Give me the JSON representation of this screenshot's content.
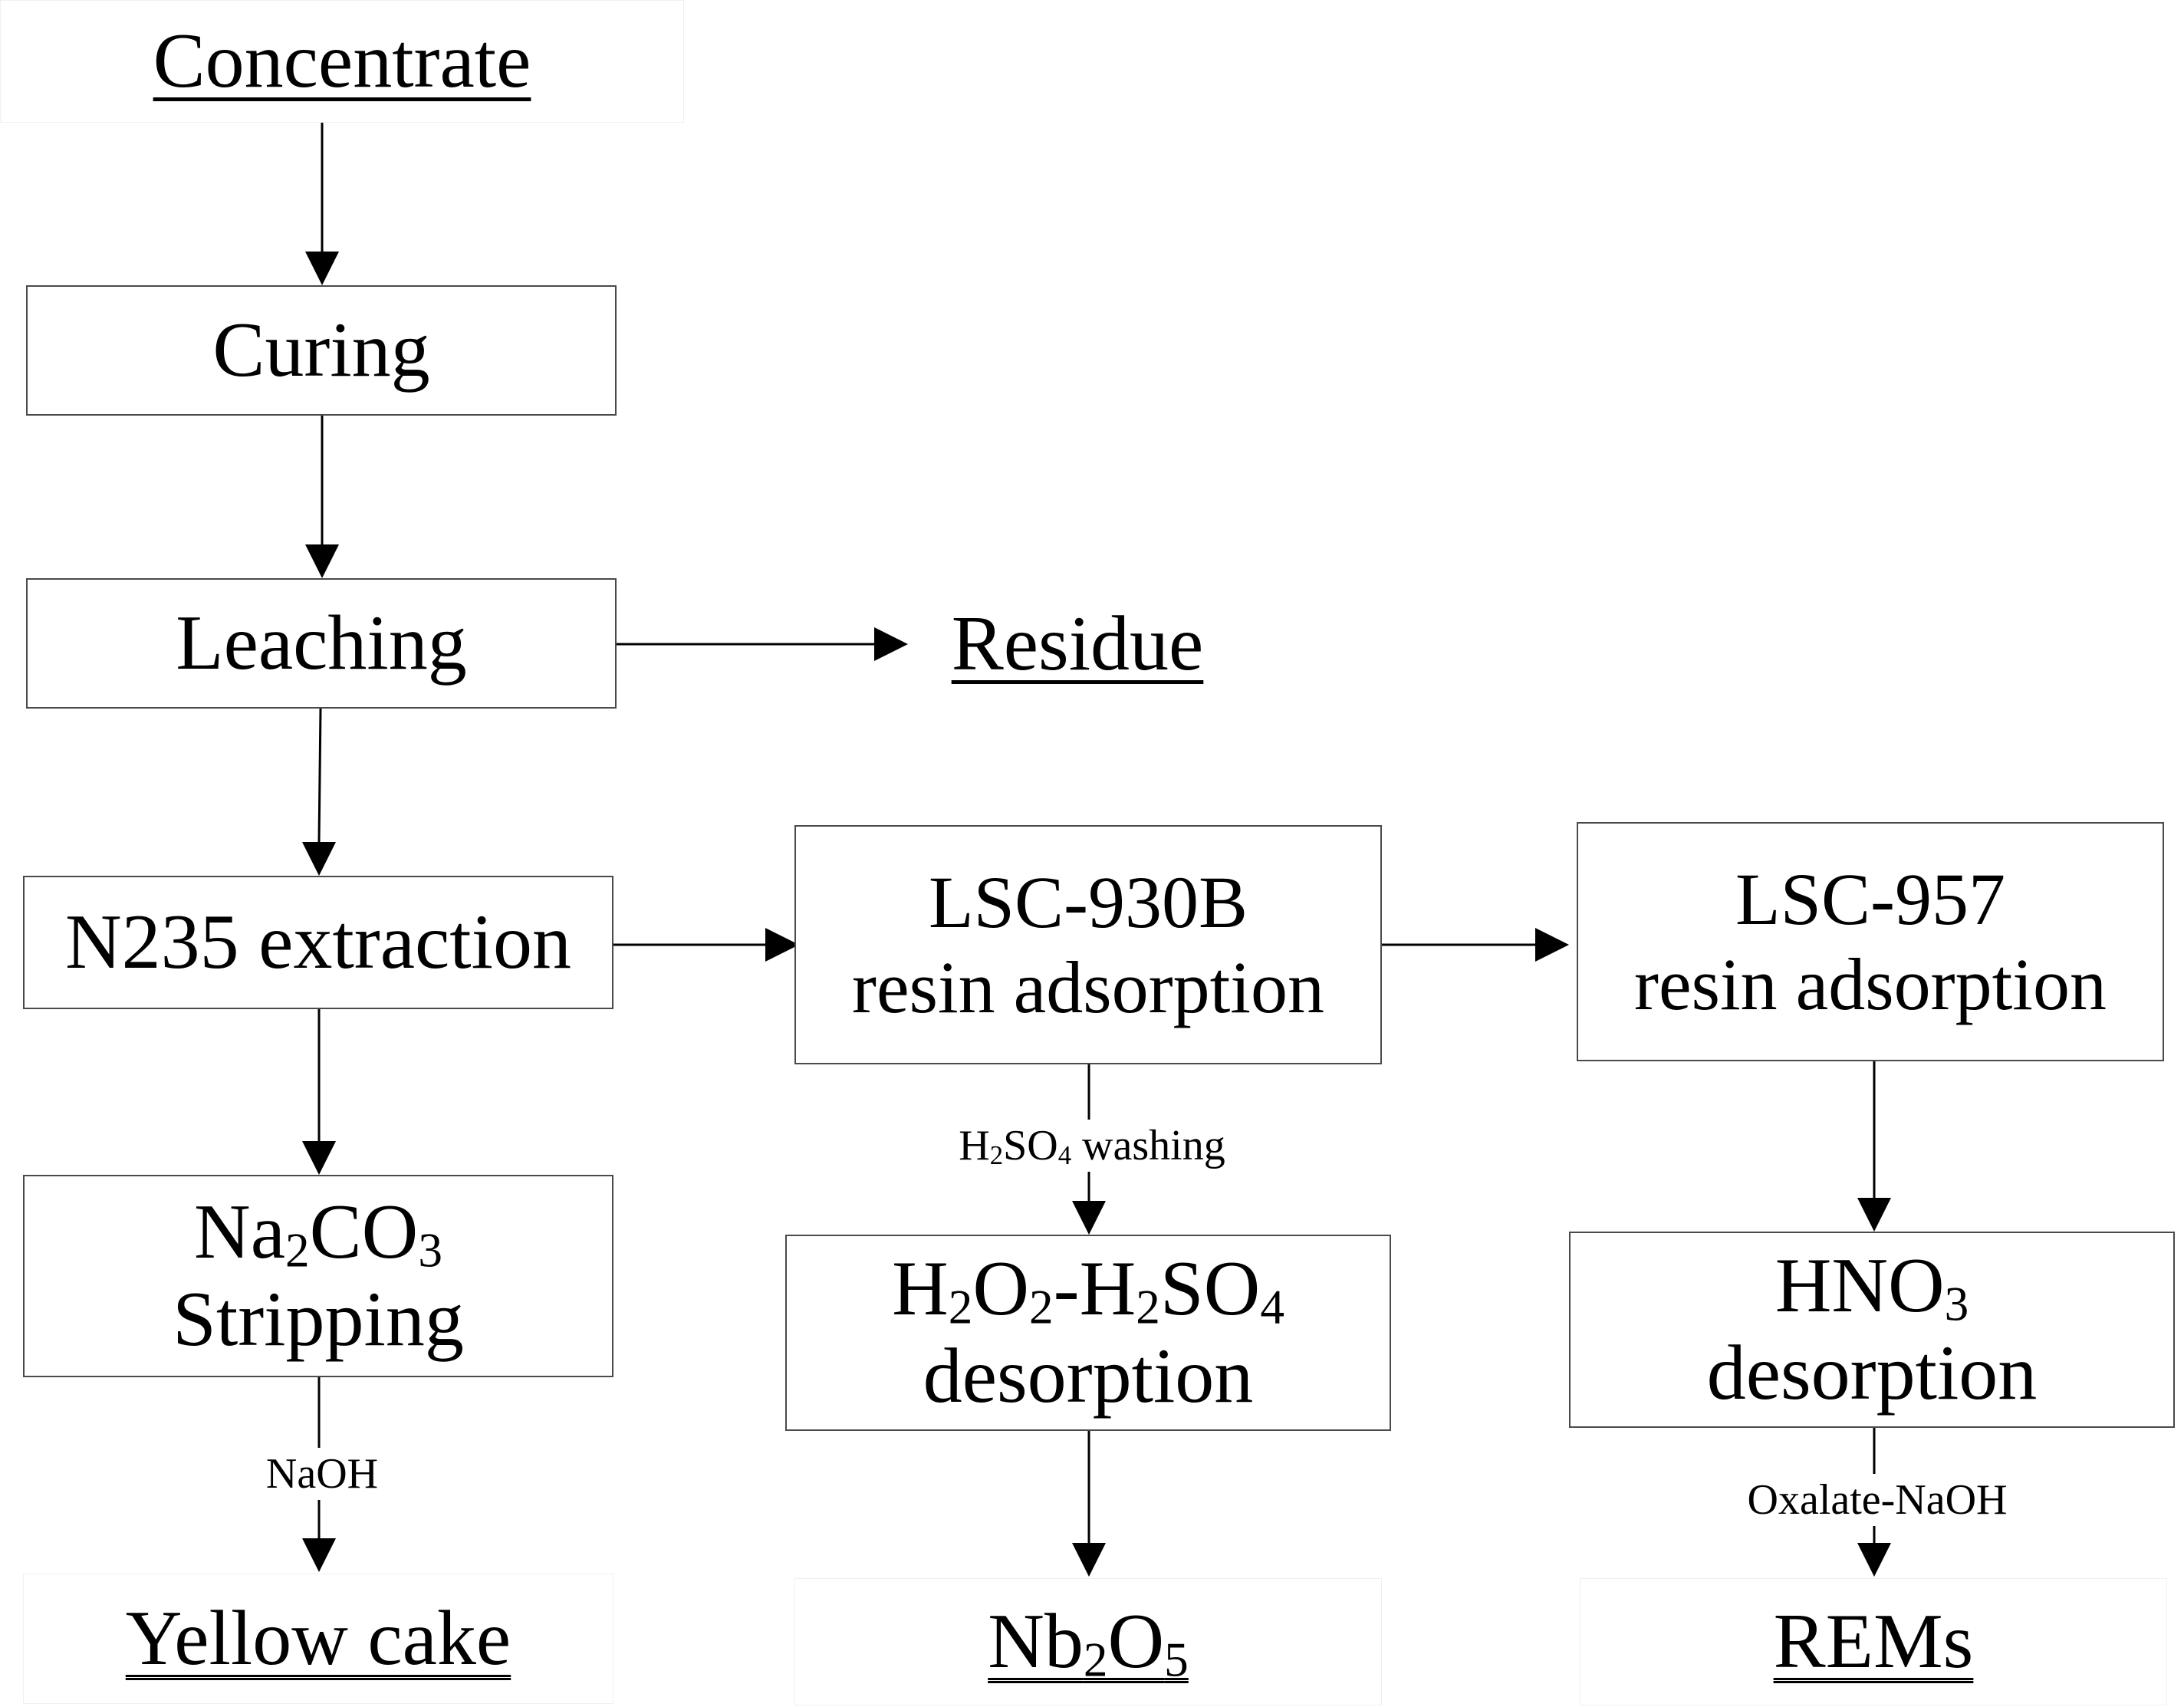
{
  "terminals": {
    "concentrate": "Concentrate",
    "residue": "Residue",
    "yellow_cake": "Yellow cake",
    "nb2o5": {
      "a": "Nb",
      "sub1": "2",
      "b": "O",
      "sub2": "5"
    },
    "rems": "REMs"
  },
  "steps": {
    "curing": "Curing",
    "leaching": "Leaching",
    "n235": "N235 extraction",
    "na2co3": {
      "a": "Na",
      "sub1": "2",
      "b": "CO",
      "sub2": "3",
      "line2": "Stripping"
    },
    "lsc930b": {
      "line1": "LSC-930B",
      "line2": "resin adsorption"
    },
    "lsc957": {
      "line1": "LSC-957",
      "line2": "resin adsorption"
    },
    "h2o2": {
      "p1": "H",
      "s1": "2",
      "p2": "O",
      "s2": "2",
      "p3": "-H",
      "s3": "2",
      "p4": "SO",
      "s4": "4",
      "line2": "desorption"
    },
    "hno3": {
      "a": "HNO",
      "sub1": "3",
      "line2": "desorption"
    }
  },
  "edge_labels": {
    "h2so4_washing": {
      "a": "H",
      "sub1": "2",
      "b": "SO",
      "sub2": "4",
      "c": " washing"
    },
    "naoh": "NaOH",
    "oxalate_naoh": "Oxalate-NaOH"
  }
}
